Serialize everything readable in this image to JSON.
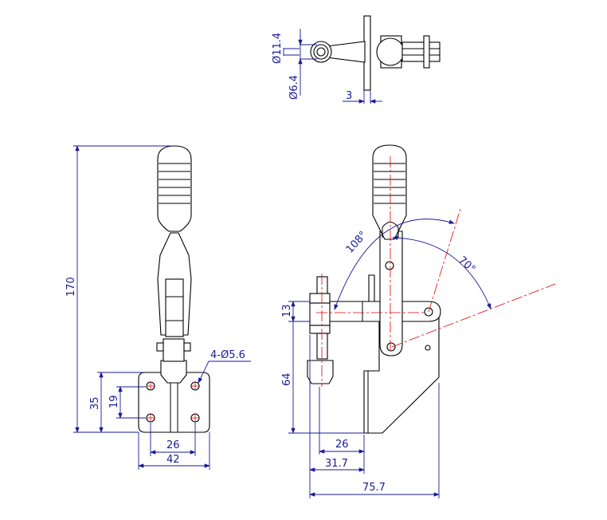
{
  "top_view": {
    "dia_outer": "Ø11.4",
    "dia_inner": "Ø6.4",
    "plate_thickness": "3"
  },
  "front_view": {
    "overall_height": "170",
    "base_height": "35",
    "hole_spacing_v": "19",
    "hole_spacing_h": "26",
    "base_width": "42",
    "hole_callout": "4-Ø5.6"
  },
  "side_view": {
    "arm_height": "13",
    "spindle_height": "64",
    "dim_26": "26",
    "dim_31_7": "31.7",
    "dim_75_7": "75.7",
    "angle_open": "108°",
    "angle_arm": "70°"
  },
  "colors": {
    "dimension": "#1a1a9a",
    "centerline": "#e00000",
    "outline": "#000000"
  }
}
